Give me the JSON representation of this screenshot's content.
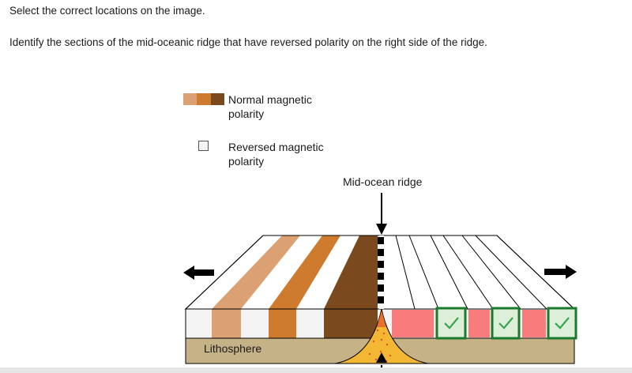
{
  "question": {
    "instruction": "Select the correct locations on the image.",
    "prompt": "Identify the sections of the mid-oceanic ridge that have reversed polarity on the right side of the ridge."
  },
  "legend": {
    "normal_label": "Normal magnetic polarity",
    "reversed_label": "Reversed magnetic polarity",
    "normal_colors": [
      "#dba173",
      "#cf7b2e",
      "#7a4a1e"
    ],
    "reversed_color": "#f4f4f4"
  },
  "diagram": {
    "ridge_label": "Mid-ocean ridge",
    "lithosphere_label": "Lithosphere",
    "colors": {
      "lithosphere": "#c6b287",
      "magma": "#f3b733",
      "reversed_band": "#f4f4f4",
      "selected_highlight": "#f87c7c",
      "check_border": "#1b7a2c",
      "check_fill": "#ddefd9",
      "check_mark": "#39a54e"
    }
  },
  "hotspots": [
    {
      "state": "selected"
    },
    {
      "state": "selected-checked"
    },
    {
      "state": "selected"
    },
    {
      "state": "selected-checked"
    },
    {
      "state": "selected"
    },
    {
      "state": "selected-checked"
    }
  ]
}
